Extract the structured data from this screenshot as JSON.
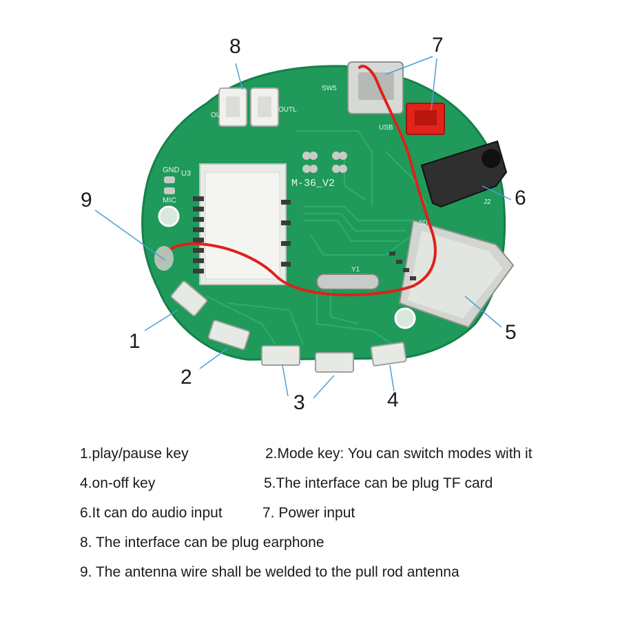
{
  "board": {
    "silkscreen": {
      "model": "M-36_V2",
      "gnd": "GND",
      "u3": "U3",
      "mic": "MIC",
      "sw5": "SW5",
      "outl": "OUTL",
      "out": "OU",
      "usb": "USB",
      "j2": "J2",
      "y1": "Y1",
      "sd": "SD1"
    },
    "colors": {
      "pcb": "#1f9a5a",
      "trace": "#2fae6a",
      "pad": "#c9ccc6",
      "wire": "#e0201a",
      "power_connector": "#e2231a",
      "leader": "#4a9fd8"
    }
  },
  "callouts": {
    "n1": "1",
    "n2": "2",
    "n3": "3",
    "n4": "4",
    "n5": "5",
    "n6": "6",
    "n7": "7",
    "n8": "8",
    "n9": "9"
  },
  "legend": {
    "item1": "1.play/pause key",
    "item2": "2.Mode key: You can switch modes with it",
    "item4": "4.on-off key",
    "item5": "5.The interface can be plug TF card",
    "item6": "6.It can do audio input",
    "item7": "7. Power input",
    "item8": "8. The interface can be plug earphone",
    "item9": "9. The antenna wire shall be welded to the pull rod antenna"
  }
}
